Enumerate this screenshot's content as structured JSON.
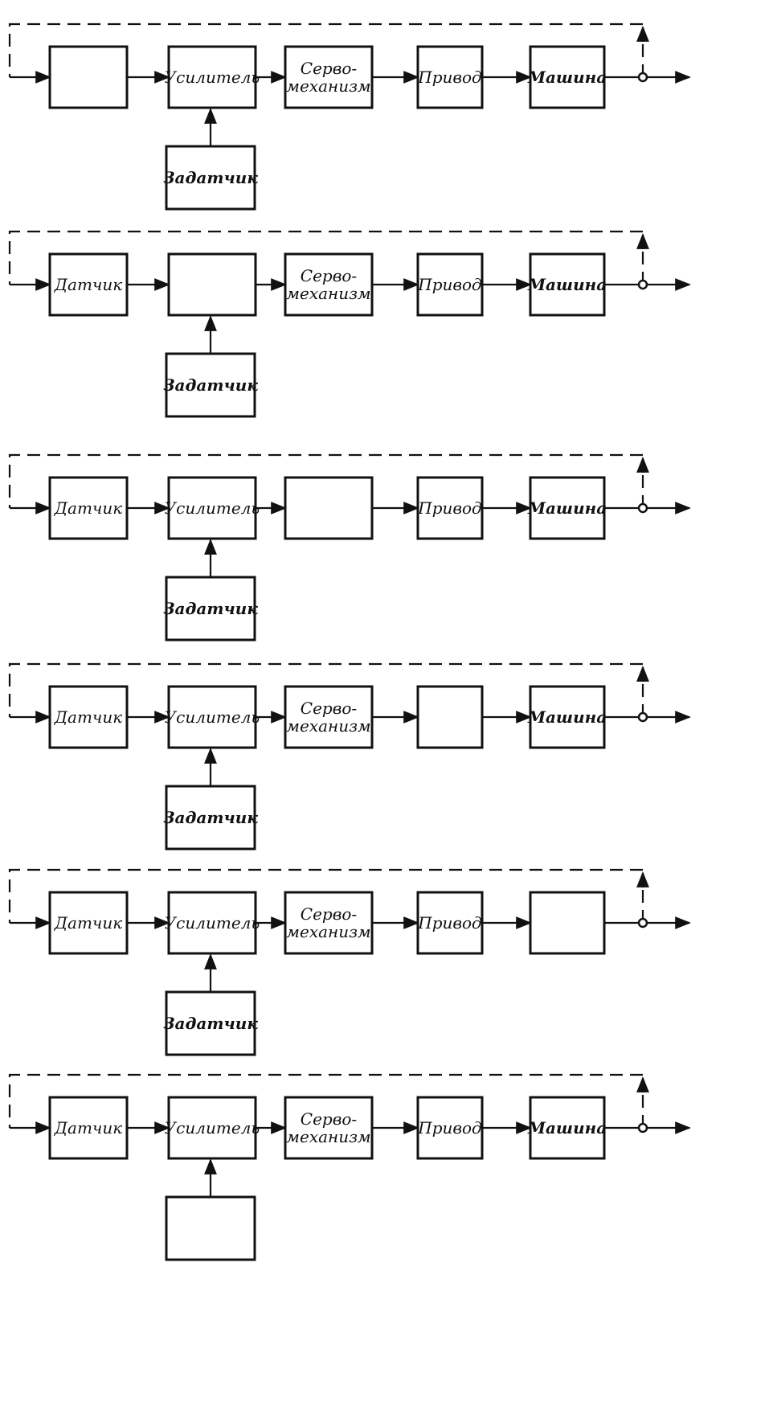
{
  "labels": {
    "sensor": "Датчик",
    "amplifier": "Усилитель",
    "servo_line1": "Серво-",
    "servo_line2": "механизм",
    "drive": "Привод",
    "machine": "Машина",
    "setter": "Задатчик"
  },
  "diagrams": [
    {
      "missing": "sensor"
    },
    {
      "missing": "amplifier"
    },
    {
      "missing": "servo"
    },
    {
      "missing": "drive"
    },
    {
      "missing": "machine"
    },
    {
      "missing": "setter"
    }
  ]
}
